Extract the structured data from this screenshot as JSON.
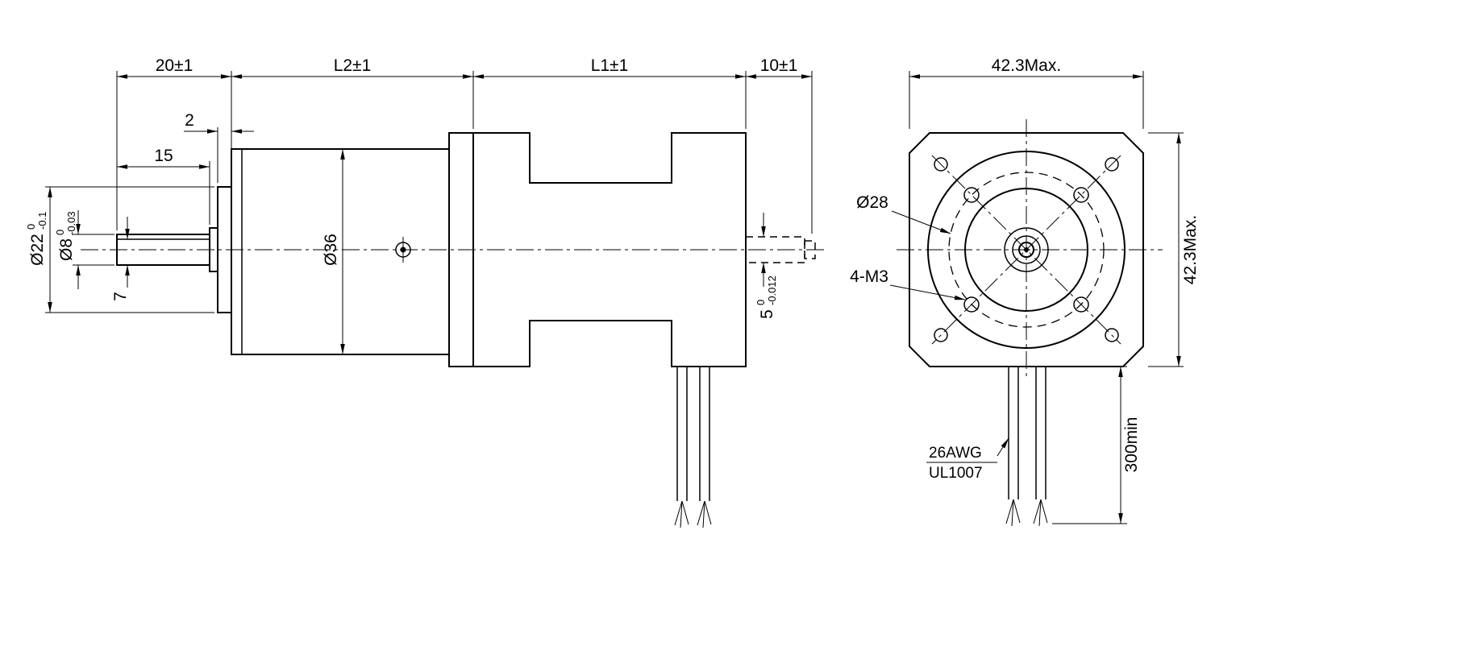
{
  "side_view": {
    "dim_front_length": "20±1",
    "dim_gearbox_length": "L2±1",
    "dim_motor_length": "L1±1",
    "dim_rear_shaft_length": "10±1",
    "dim_pilot_boss_length": "2",
    "dim_shaft_length": "15",
    "dim_shaft_flat": "7",
    "dim_gearbox_diameter": "Ø36",
    "dim_pilot_diameter": {
      "value": "Ø22",
      "tol_upper": "0",
      "tol_lower": "-0.1"
    },
    "dim_shaft_diameter": {
      "value": "Ø8",
      "tol_upper": "0",
      "tol_lower": "-0.03"
    },
    "dim_rear_shaft_diameter": {
      "value": "5",
      "tol_upper": "0",
      "tol_lower": "-0.012"
    }
  },
  "front_view": {
    "dim_face_width": "42.3Max.",
    "dim_face_height": "42.3Max.",
    "dim_bolt_circle_diameter": "Ø28",
    "dim_mounting_holes": "4-M3",
    "dim_lead_wire_length": "300min",
    "wire_gauge": "26AWG",
    "wire_standard": "UL1007"
  },
  "colors": {
    "line": "#000000",
    "background": "#ffffff"
  }
}
